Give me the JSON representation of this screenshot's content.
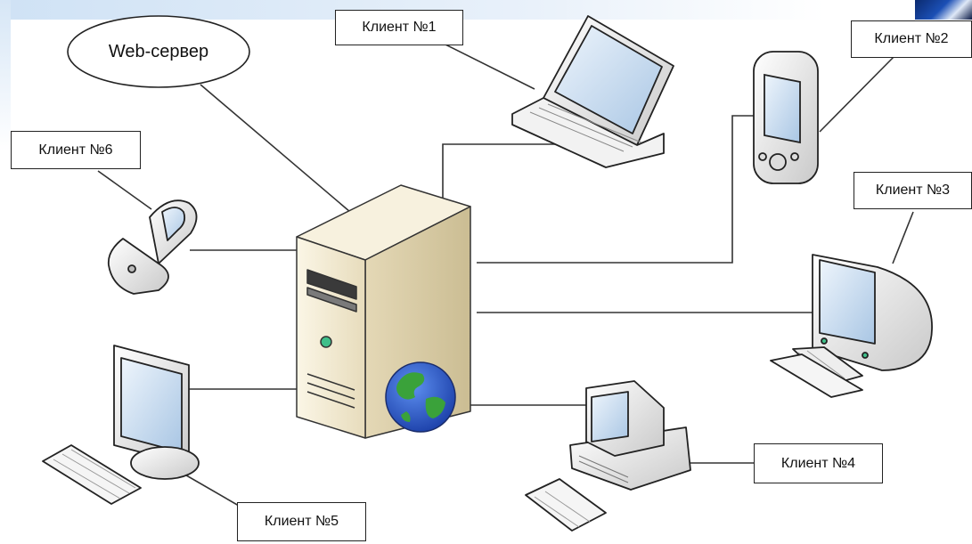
{
  "diagram": {
    "server_label": "Web-сервер",
    "clients": {
      "c1": "Клиент №1",
      "c2": "Клиент №2",
      "c3": "Клиент №3",
      "c4": "Клиент №4",
      "c5": "Клиент №5",
      "c6": "Клиент №6"
    }
  },
  "colors": {
    "line": "#333333",
    "server_body": "#f3ecd6",
    "screen": "#d6e6f4",
    "globe_ocean": "#2a5fd6",
    "globe_land": "#3aa23a"
  }
}
